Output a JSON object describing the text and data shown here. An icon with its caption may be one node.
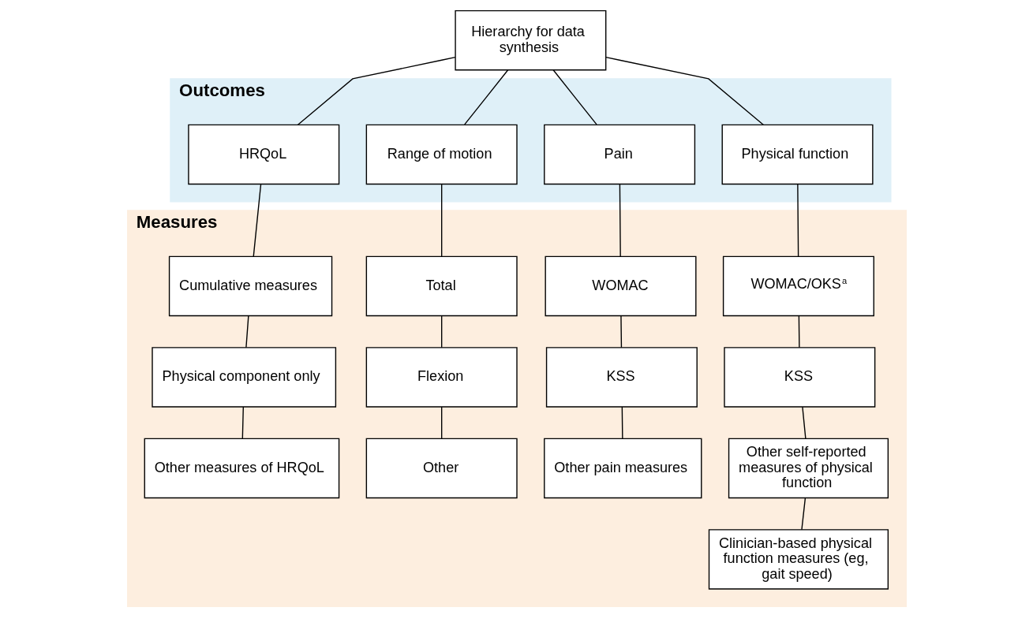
{
  "diagram": {
    "nodes": [
      {
        "text": [
          "Hierarchy for data synthesis"
        ]
      },
      {
        "text": [
          "Outcomes"
        ]
      },
      {
        "text": [
          "Physical function"
        ],
        "in": 1
      },
      {
        "text": [
          "Pain"
        ],
        "in": 1
      },
      {
        "text": [
          "Range of motion"
        ],
        "in": 1
      },
      {
        "text": [
          "HRQoL"
        ],
        "in": 1
      },
      {
        "text": [
          "Measures"
        ]
      },
      {
        "text": [
          "WOMAC/OKS$^{a}$"
        ],
        "in": 6
      },
      {
        "text": [
          "WOMAC"
        ],
        "in": 6
      },
      {
        "text": [
          "Total"
        ],
        "in": 6
      },
      {
        "text": [
          "Cumulative measures"
        ],
        "in": 6
      },
      {
        "text": [
          "KSS"
        ],
        "in": 6
      },
      {
        "text": [
          "KSS"
        ],
        "in": 6
      },
      {
        "text": [
          "Flexion"
        ],
        "in": 6
      },
      {
        "text": [
          "Physical component only"
        ],
        "in": 6
      },
      {
        "text": [
          "Other self-reported measures of physical function"
        ],
        "in": 6
      },
      {
        "text": [
          "Other pain measures"
        ],
        "in": 6
      },
      {
        "text": [
          "Other"
        ],
        "in": 6
      },
      {
        "text": [
          "Other measures of HRQoL"
        ],
        "in": 6
      },
      {
        "text": [
          "Clinician-based physical function measures (eg, gait speed)"
        ],
        "in": 6
      }
    ],
    "edges": [
      {
        "from": 0,
        "to": 2,
        "arrow": "none"
      },
      {
        "from": 0,
        "to": 3,
        "arrow": "none"
      },
      {
        "from": 0,
        "to": 4,
        "arrow": "none"
      },
      {
        "from": 0,
        "to": 5,
        "arrow": "none"
      },
      {
        "from": 2,
        "to": 7,
        "arrow": "none"
      },
      {
        "from": 7,
        "to": 11,
        "arrow": "none"
      },
      {
        "from": 11,
        "to": 15,
        "arrow": "none"
      },
      {
        "from": 15,
        "to": 19,
        "arrow": "none"
      },
      {
        "from": 3,
        "to": 8,
        "arrow": "none"
      },
      {
        "from": 8,
        "to": 12,
        "arrow": "none"
      },
      {
        "from": 12,
        "to": 16,
        "arrow": "none"
      },
      {
        "from": 4,
        "to": 9,
        "arrow": "none"
      },
      {
        "from": 9,
        "to": 13,
        "arrow": "none"
      },
      {
        "from": 13,
        "to": 17,
        "arrow": "none"
      },
      {
        "from": 5,
        "to": 10,
        "arrow": "none"
      },
      {
        "from": 10,
        "to": 14,
        "arrow": "none"
      },
      {
        "from": 14,
        "to": 18,
        "arrow": "none"
      }
    ]
  }
}
